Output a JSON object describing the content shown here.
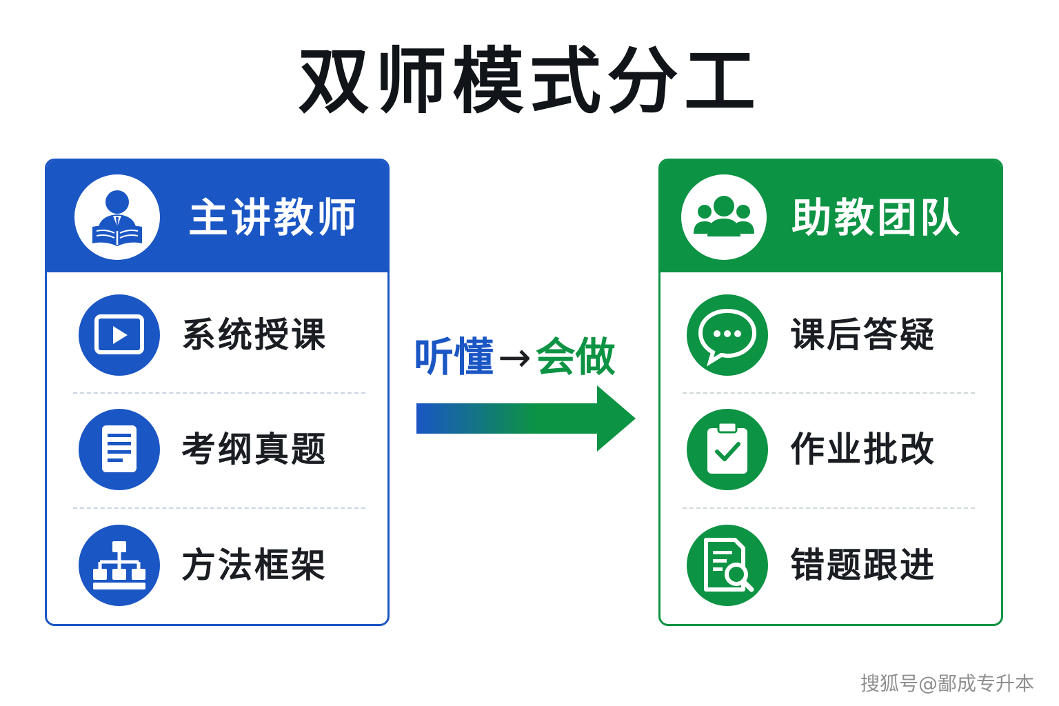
{
  "title": "双师模式分工",
  "left_card": {
    "title": "主讲教师",
    "header_icon": "teacher-reading-icon",
    "color": "#1a56c4",
    "items": [
      {
        "label": "系统授课",
        "icon": "video-play-icon"
      },
      {
        "label": "考纲真题",
        "icon": "document-icon"
      },
      {
        "label": "方法框架",
        "icon": "hierarchy-icon"
      }
    ]
  },
  "right_card": {
    "title": "助教团队",
    "header_icon": "team-icon",
    "color": "#0c9343",
    "items": [
      {
        "label": "课后答疑",
        "icon": "chat-bubble-icon"
      },
      {
        "label": "作业批改",
        "icon": "clipboard-check-icon"
      },
      {
        "label": "错题跟进",
        "icon": "document-search-icon"
      }
    ]
  },
  "middle": {
    "from": "听懂",
    "arrow": "→",
    "to": "会做"
  },
  "watermark": "搜狐号@鄙成专升本"
}
